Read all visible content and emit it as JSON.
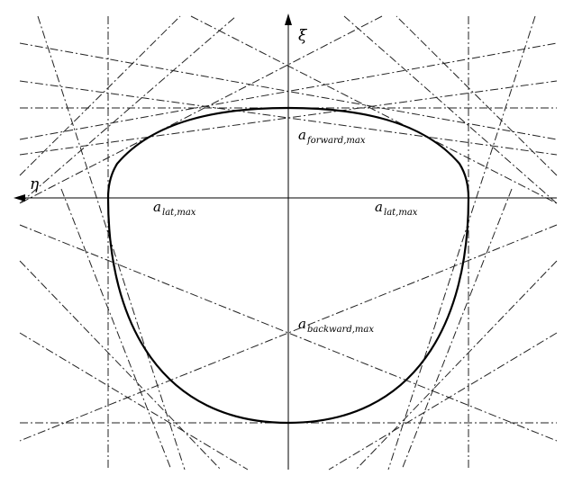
{
  "axes": {
    "vertical_label": "ξ",
    "horizontal_label": "η"
  },
  "labels": {
    "forward": {
      "base": "a",
      "sub": "forward,max"
    },
    "backward": {
      "base": "a",
      "sub": "backward,max"
    },
    "lat_left": {
      "base": "a",
      "sub": "lat,max"
    },
    "lat_right": {
      "base": "a",
      "sub": "lat,max"
    }
  }
}
